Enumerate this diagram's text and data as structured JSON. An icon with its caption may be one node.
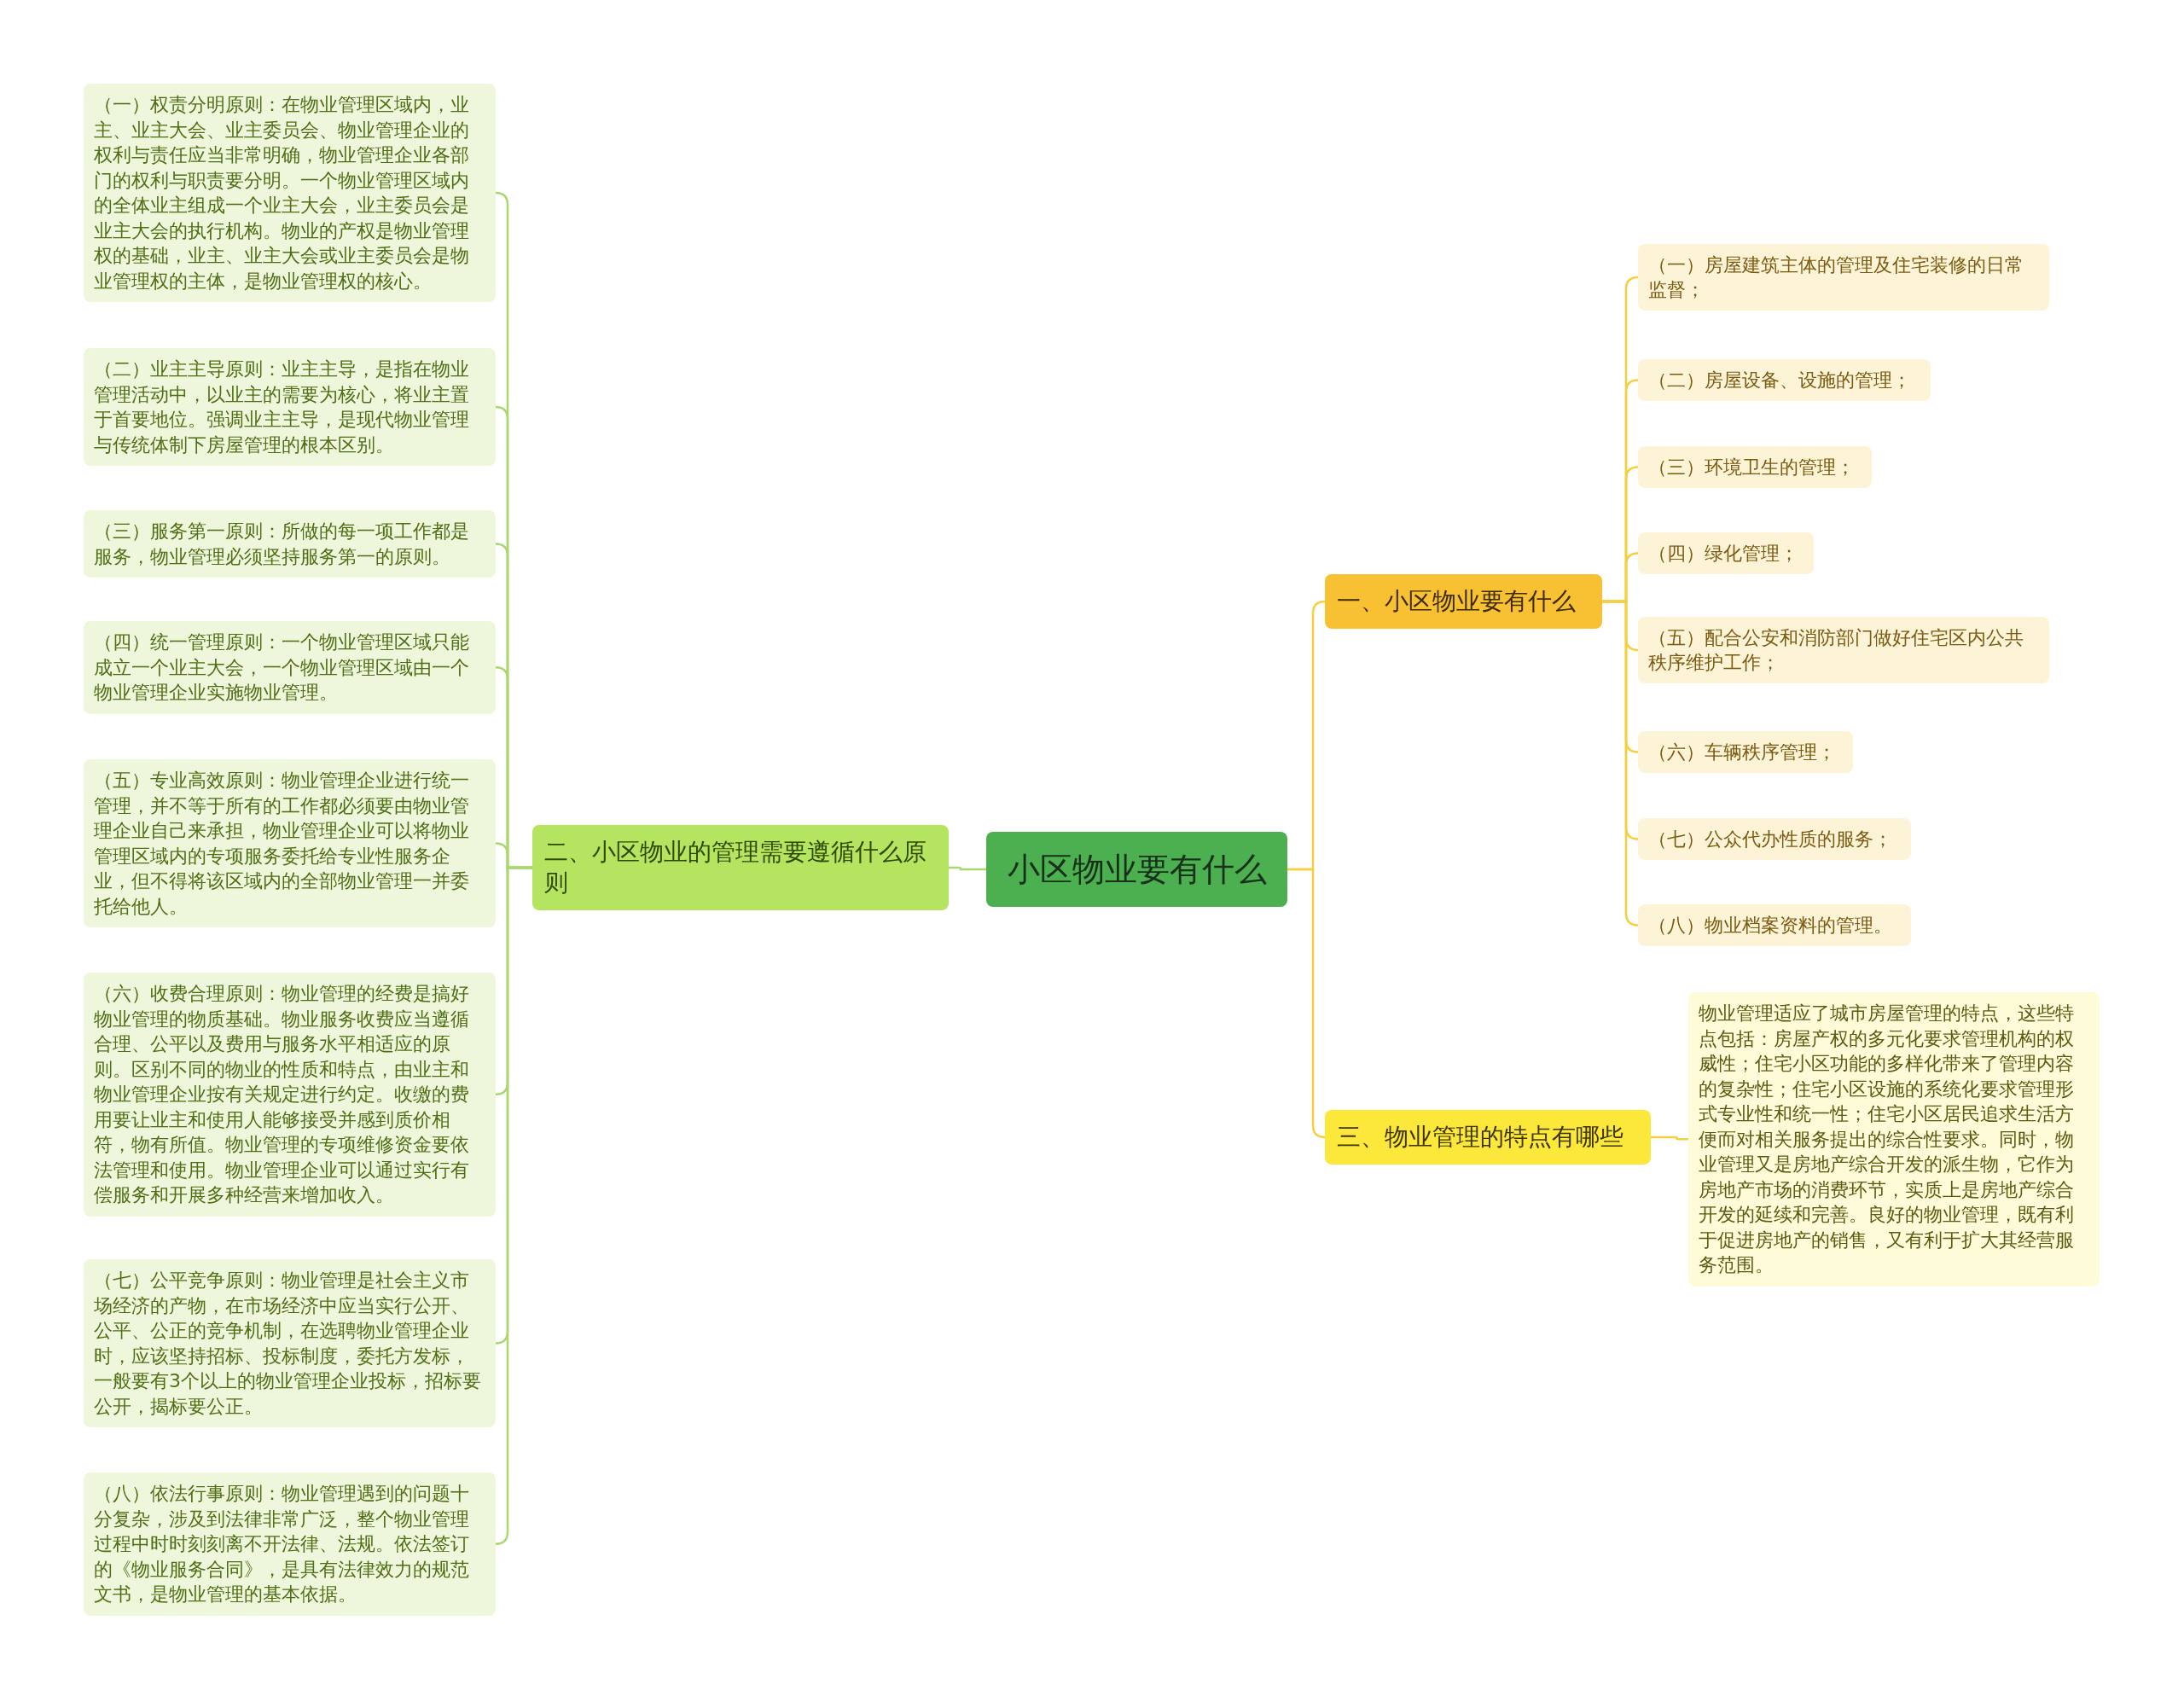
{
  "diagram": {
    "nodes": [
      {
        "text": [
          "小区物业要有什么"
        ]
      },
      {
        "text": [
          "一、小区物业要有什么"
        ]
      },
      {
        "text": [
          "（一）房屋建筑主体的管理及住宅装修的日常监督；"
        ]
      },
      {
        "text": [
          "（二）房屋设备、设施的管理；"
        ]
      },
      {
        "text": [
          "（三）环境卫生的管理；"
        ]
      },
      {
        "text": [
          "（四）绿化管理；"
        ]
      },
      {
        "text": [
          "（五）配合公安和消防部门做好住宅区内公共秩序维护工作；"
        ]
      },
      {
        "text": [
          "（六）车辆秩序管理；"
        ]
      },
      {
        "text": [
          "（七）公众代办性质的服务；"
        ]
      },
      {
        "text": [
          "（八）物业档案资料的管理。"
        ]
      },
      {
        "text": [
          "三、物业管理的特点有哪些"
        ]
      },
      {
        "text": [
          "物业管理适应了城市房屋管理的特点，这些特点包括：房屋产权的多元化要求管理机构的权威性；住宅小区功能的多样化带来了管理内容的复杂性；住宅小区设施的系统化要求管理形式专业性和统一性；住宅小区居民追求生活方便而对相关服务提出的综合性要求。同时，物业管理又是房地产综合开发的派生物，它作为房地产市场的消费环节，实质上是房地产综合开发的延续和完善。良好的物业管理，既有利于促进房地产的销售，又有利于扩大其经营服务范围。"
        ]
      },
      {
        "text": [
          "二、小区物业的管理需要遵循什么原则"
        ]
      },
      {
        "text": [
          "（一）权责分明原则：在物业管理区域内，业主、业主大会、业主委员会、物业管理企业的权利与责任应当非常明确，物业管理企业各部门的权利与职责要分明。一个物业管理区域内的全体业主组成一个业主大会，业主委员会是业主大会的执行机构。物业的产权是物业管理权的基础，业主、业主大会或业主委员会是物业管理权的主体，是物业管理权的核心。"
        ]
      },
      {
        "text": [
          "（二）业主主导原则：业主主导，是指在物业管理活动中，以业主的需要为核心，将业主置于首要地位。强调业主主导，是现代物业管理与传统体制下房屋管理的根本区别。"
        ]
      },
      {
        "text": [
          "（三）服务第一原则：所做的每一项工作都是服务，物业管理必须坚持服务第一的原则。"
        ]
      },
      {
        "text": [
          "（四）统一管理原则：一个物业管理区域只能成立一个业主大会，一个物业管理区域由一个物业管理企业实施物业管理。"
        ]
      },
      {
        "text": [
          "（五）专业高效原则：物业管理企业进行统一管理，并不等于所有的工作都必须要由物业管理企业自己来承担，物业管理企业可以将物业管理区域内的专项服务委托给专业性服务企业，但不得将该区域内的全部物业管理一并委托给他人。"
        ]
      },
      {
        "text": [
          "（六）收费合理原则：物业管理的经费是搞好物业管理的物质基础。物业服务收费应当遵循合理、公平以及费用与服务水平相适应的原则。区别不同的物业的性质和特点，由业主和物业管理企业按有关规定进行约定。收缴的费用要让业主和使用人能够接受并感到质价相符，物有所值。物业管理的专项维修资金要依法管理和使用。物业管理企业可以通过实行有偿服务和开展多种经营来增加收入。"
        ]
      },
      {
        "text": [
          "（七）公平竞争原则：物业管理是社会主义市场经济的产物，在市场经济中应当实行公开、公平、公正的竞争机制，在选聘物业管理企业时，应该坚持招标、投标制度，委托方发标，一般要有3个以上的物业管理企业投标，招标要公开，揭标要公正。"
        ]
      },
      {
        "text": [
          "（八）依法行事原则：物业管理遇到的问题十分复杂，涉及到法律非常广泛，整个物业管理过程中时时刻刻离不开法律、法规。依法签订的《物业服务合同》，是具有法律效力的规范文书，是物业管理的基本依据。"
        ]
      }
    ],
    "edges": [
      {
        "from": 0,
        "to": 1,
        "arrow": "none"
      },
      {
        "from": 1,
        "to": 2,
        "arrow": "none"
      },
      {
        "from": 1,
        "to": 3,
        "arrow": "none"
      },
      {
        "from": 1,
        "to": 4,
        "arrow": "none"
      },
      {
        "from": 1,
        "to": 5,
        "arrow": "none"
      },
      {
        "from": 1,
        "to": 6,
        "arrow": "none"
      },
      {
        "from": 1,
        "to": 7,
        "arrow": "none"
      },
      {
        "from": 1,
        "to": 8,
        "arrow": "none"
      },
      {
        "from": 1,
        "to": 9,
        "arrow": "none"
      },
      {
        "from": 0,
        "to": 10,
        "arrow": "none"
      },
      {
        "from": 10,
        "to": 11,
        "arrow": "none"
      },
      {
        "from": 0,
        "to": 12,
        "arrow": "none",
        "color": "#a9d86e"
      },
      {
        "from": 12,
        "to": 13,
        "arrow": "none",
        "color": "#a9d86e"
      },
      {
        "from": 12,
        "to": 14,
        "arrow": "none",
        "color": "#a9d86e"
      },
      {
        "from": 12,
        "to": 15,
        "arrow": "none",
        "color": "#a9d86e"
      },
      {
        "from": 12,
        "to": 16,
        "arrow": "none",
        "color": "#a9d86e"
      },
      {
        "from": 12,
        "to": 17,
        "arrow": "none",
        "color": "#a9d86e"
      },
      {
        "from": 12,
        "to": 18,
        "arrow": "none",
        "color": "#a9d86e"
      },
      {
        "from": 12,
        "to": 19,
        "arrow": "none",
        "color": "#a9d86e"
      },
      {
        "from": 12,
        "to": 20,
        "arrow": "none",
        "color": "#a9d86e"
      }
    ]
  }
}
